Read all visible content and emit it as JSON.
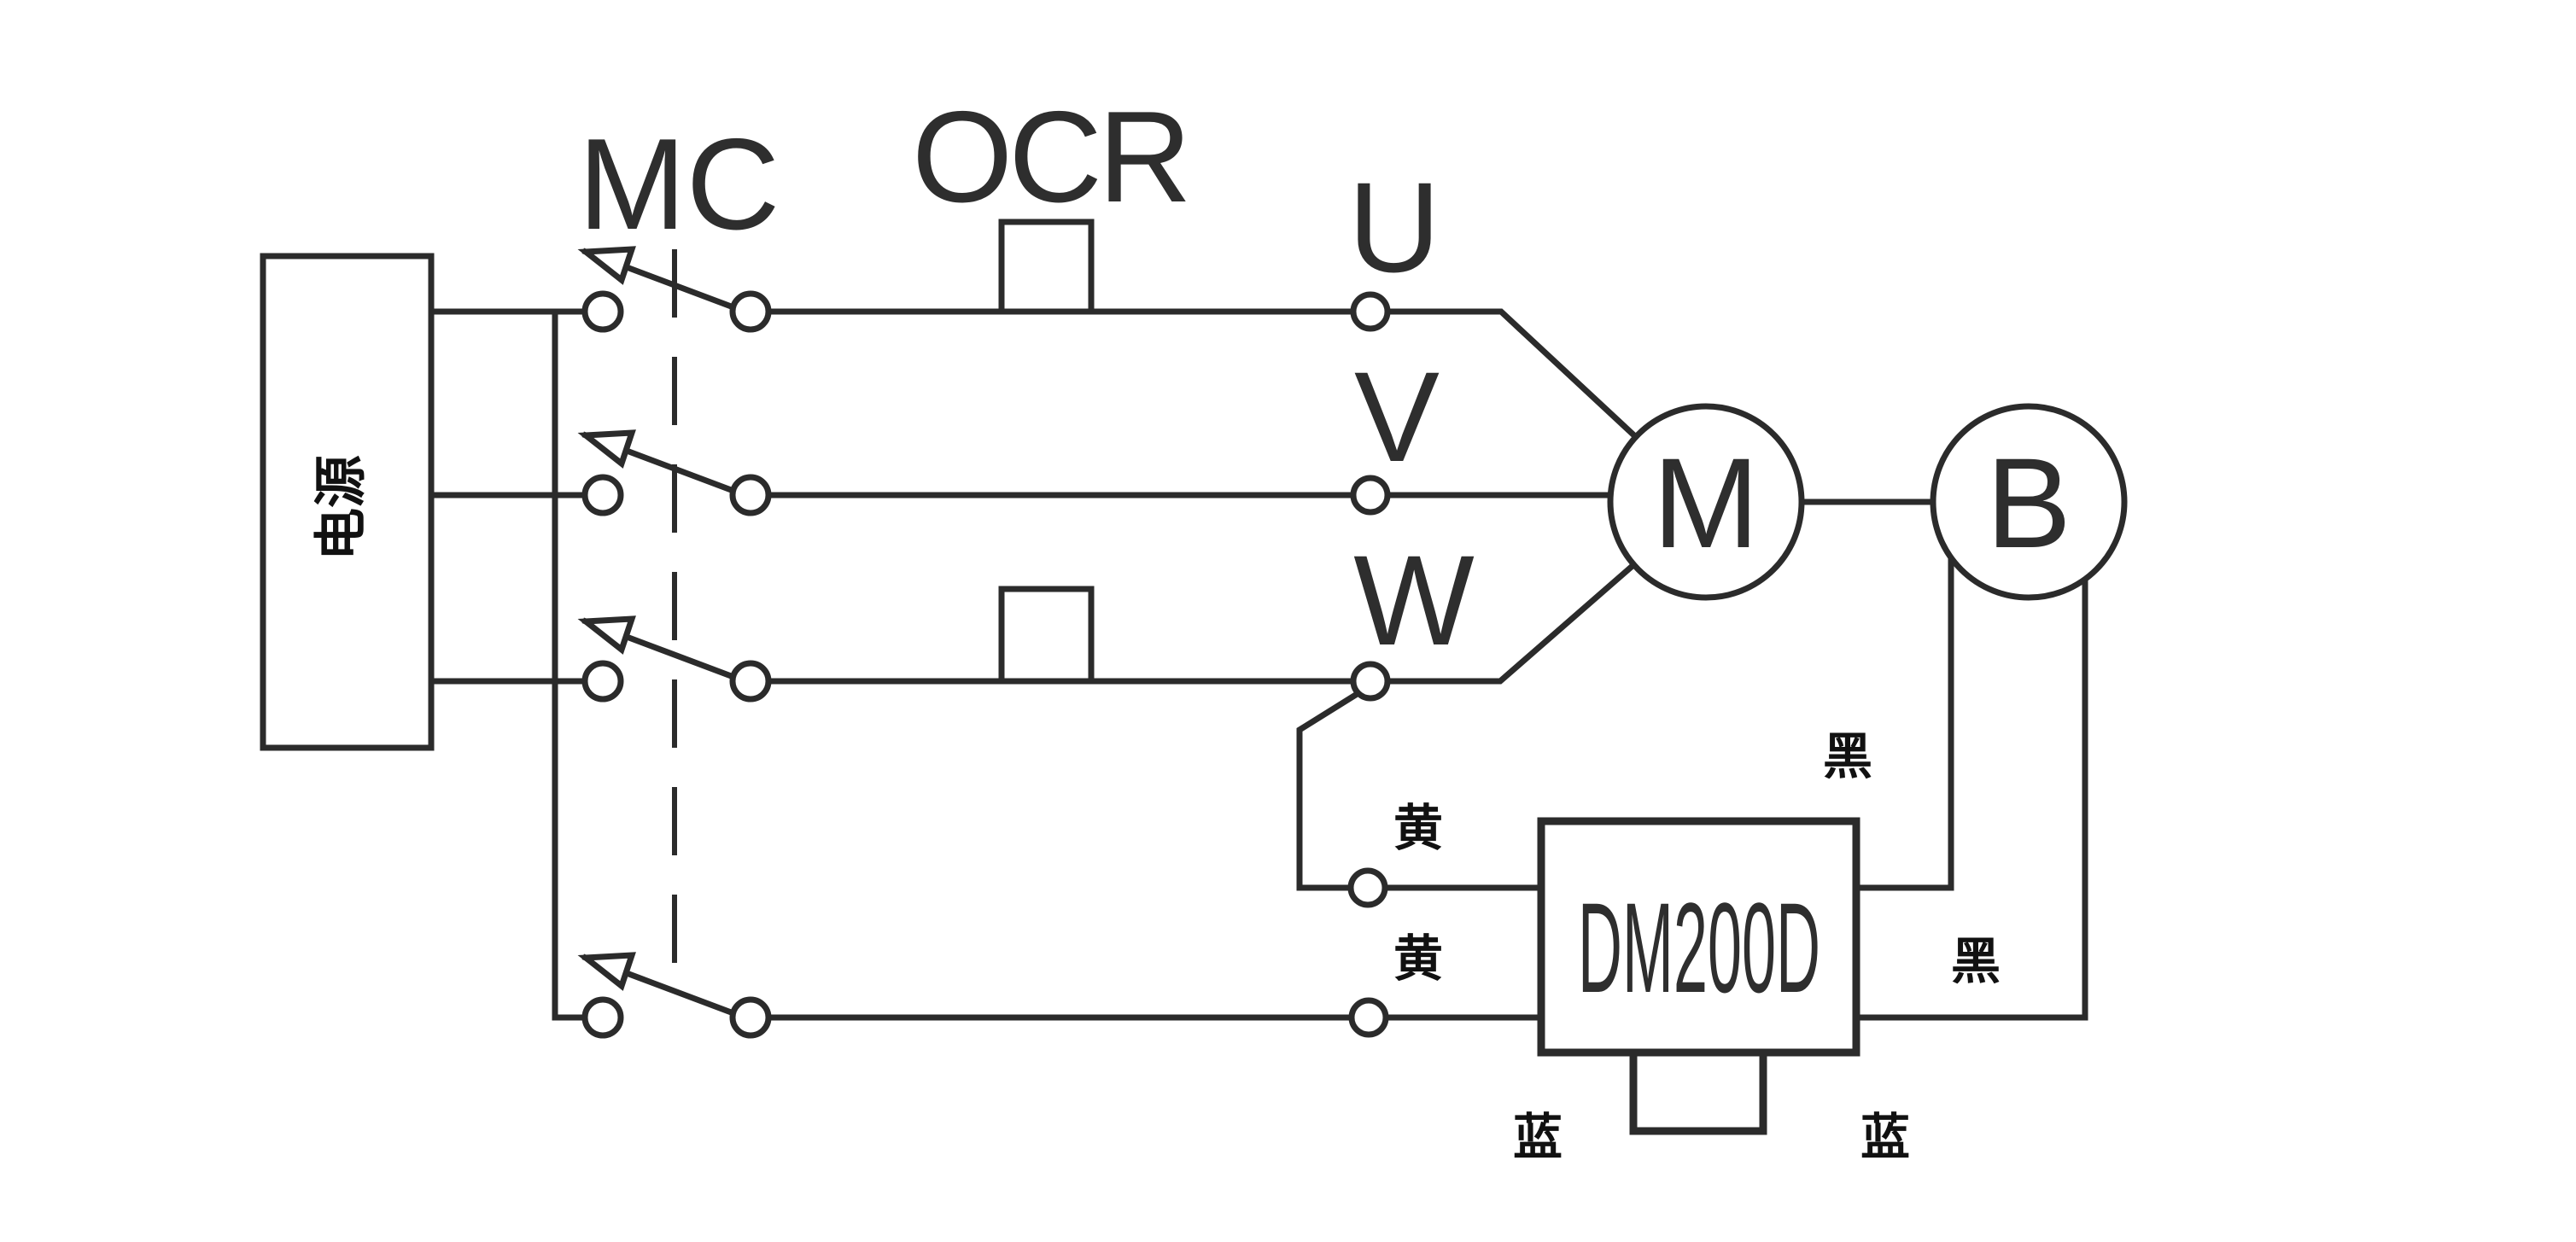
{
  "colors": {
    "line": "#2b2b2b",
    "latin_text": "#2e2e2e",
    "cjk_text": "#111111",
    "background": "#ffffff"
  },
  "labels": {
    "power_source": "电源",
    "contactor": "MC",
    "overcurrent_relay": "OCR",
    "terminal_u": "U",
    "terminal_v": "V",
    "terminal_w": "W",
    "motor": "M",
    "brake": "B",
    "brake_rectifier": "DM200D",
    "yellow_wire_upper": "黄",
    "yellow_wire_lower": "黄",
    "black_wire_upper": "黑",
    "black_wire_lower": "黑",
    "blue_wire_left": "蓝",
    "blue_wire_right": "蓝"
  }
}
